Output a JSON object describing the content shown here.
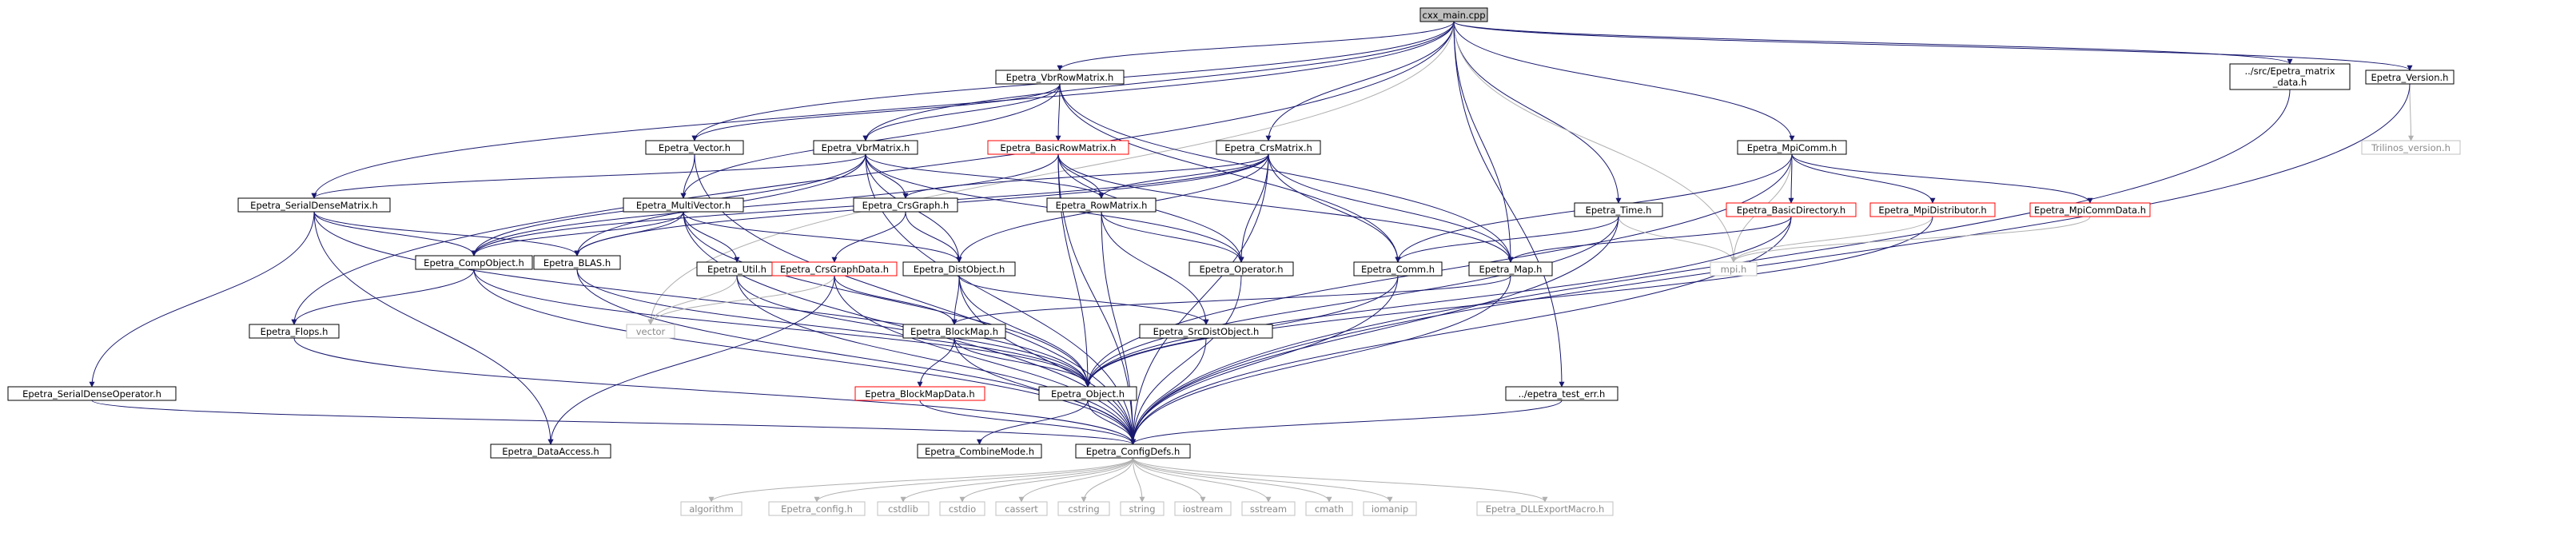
{
  "graph": {
    "root": "cxx_main.cpp",
    "colors": {
      "edge": "#191970",
      "edge_system": "#b0b0b0",
      "root_fill": "#bfbfbf",
      "root_border": "#000000",
      "node_border": "#000000",
      "undocumented_border": "#ff0000",
      "system_border": "#c0c0c0",
      "system_text": "#8a8a8a",
      "text": "#000000"
    },
    "nodes": [
      {
        "id": "cxx_main",
        "label": "cxx_main.cpp",
        "kind": "root"
      },
      {
        "id": "vbrrowmatrix",
        "label": "Epetra_VbrRowMatrix.h",
        "kind": "normal"
      },
      {
        "id": "matrix_data",
        "label": "../src/Epetra_matrix\n_data.h",
        "kind": "normal"
      },
      {
        "id": "version",
        "label": "Epetra_Version.h",
        "kind": "normal"
      },
      {
        "id": "trilinos_version",
        "label": "Trilinos_version.h",
        "kind": "system"
      },
      {
        "id": "vector",
        "label": "Epetra_Vector.h",
        "kind": "normal"
      },
      {
        "id": "vbrmatrix",
        "label": "Epetra_VbrMatrix.h",
        "kind": "normal"
      },
      {
        "id": "basicrowmatrix",
        "label": "Epetra_BasicRowMatrix.h",
        "kind": "undocumented"
      },
      {
        "id": "crsmatrix",
        "label": "Epetra_CrsMatrix.h",
        "kind": "normal"
      },
      {
        "id": "mpicomm",
        "label": "Epetra_MpiComm.h",
        "kind": "normal"
      },
      {
        "id": "serialdensematrix",
        "label": "Epetra_SerialDenseMatrix.h",
        "kind": "normal"
      },
      {
        "id": "multivector",
        "label": "Epetra_MultiVector.h",
        "kind": "normal"
      },
      {
        "id": "crsgraph",
        "label": "Epetra_CrsGraph.h",
        "kind": "normal"
      },
      {
        "id": "rowmatrix",
        "label": "Epetra_RowMatrix.h",
        "kind": "normal"
      },
      {
        "id": "time",
        "label": "Epetra_Time.h",
        "kind": "normal"
      },
      {
        "id": "basicdirectory",
        "label": "Epetra_BasicDirectory.h",
        "kind": "undocumented"
      },
      {
        "id": "mpidistributor",
        "label": "Epetra_MpiDistributor.h",
        "kind": "undocumented"
      },
      {
        "id": "mpicommdata",
        "label": "Epetra_MpiCommData.h",
        "kind": "undocumented"
      },
      {
        "id": "compobject",
        "label": "Epetra_CompObject.h",
        "kind": "normal"
      },
      {
        "id": "blas",
        "label": "Epetra_BLAS.h",
        "kind": "normal"
      },
      {
        "id": "util",
        "label": "Epetra_Util.h",
        "kind": "normal"
      },
      {
        "id": "crsgraphdata",
        "label": "Epetra_CrsGraphData.h",
        "kind": "undocumented"
      },
      {
        "id": "distobject",
        "label": "Epetra_DistObject.h",
        "kind": "normal"
      },
      {
        "id": "operator",
        "label": "Epetra_Operator.h",
        "kind": "normal"
      },
      {
        "id": "comm",
        "label": "Epetra_Comm.h",
        "kind": "normal"
      },
      {
        "id": "map",
        "label": "Epetra_Map.h",
        "kind": "normal"
      },
      {
        "id": "mpi",
        "label": "mpi.h",
        "kind": "system"
      },
      {
        "id": "flops",
        "label": "Epetra_Flops.h",
        "kind": "normal"
      },
      {
        "id": "vectorstd",
        "label": "vector",
        "kind": "system"
      },
      {
        "id": "blockmap",
        "label": "Epetra_BlockMap.h",
        "kind": "normal"
      },
      {
        "id": "srcdistobject",
        "label": "Epetra_SrcDistObject.h",
        "kind": "normal"
      },
      {
        "id": "serialdenseoperator",
        "label": "Epetra_SerialDenseOperator.h",
        "kind": "normal"
      },
      {
        "id": "blockmapdata",
        "label": "Epetra_BlockMapData.h",
        "kind": "undocumented"
      },
      {
        "id": "object",
        "label": "Epetra_Object.h",
        "kind": "normal"
      },
      {
        "id": "test_err",
        "label": "../epetra_test_err.h",
        "kind": "normal"
      },
      {
        "id": "dataaccess",
        "label": "Epetra_DataAccess.h",
        "kind": "normal"
      },
      {
        "id": "combinemode",
        "label": "Epetra_CombineMode.h",
        "kind": "normal"
      },
      {
        "id": "configdefs",
        "label": "Epetra_ConfigDefs.h",
        "kind": "normal"
      },
      {
        "id": "algorithm",
        "label": "algorithm",
        "kind": "system"
      },
      {
        "id": "config",
        "label": "Epetra_config.h",
        "kind": "system"
      },
      {
        "id": "cstdlib",
        "label": "cstdlib",
        "kind": "system"
      },
      {
        "id": "cstdio",
        "label": "cstdio",
        "kind": "system"
      },
      {
        "id": "cassert",
        "label": "cassert",
        "kind": "system"
      },
      {
        "id": "cstring",
        "label": "cstring",
        "kind": "system"
      },
      {
        "id": "string",
        "label": "string",
        "kind": "system"
      },
      {
        "id": "iostream",
        "label": "iostream",
        "kind": "system"
      },
      {
        "id": "sstream",
        "label": "sstream",
        "kind": "system"
      },
      {
        "id": "cmath",
        "label": "cmath",
        "kind": "system"
      },
      {
        "id": "iomanip",
        "label": "iomanip",
        "kind": "system"
      },
      {
        "id": "dllexportmacro",
        "label": "Epetra_DLLExportMacro.h",
        "kind": "system"
      }
    ],
    "edges": [
      [
        "cxx_main",
        "vbrrowmatrix"
      ],
      [
        "cxx_main",
        "matrix_data"
      ],
      [
        "cxx_main",
        "version"
      ],
      [
        "cxx_main",
        "vector"
      ],
      [
        "cxx_main",
        "vbrmatrix"
      ],
      [
        "cxx_main",
        "crsmatrix"
      ],
      [
        "cxx_main",
        "mpicomm"
      ],
      [
        "cxx_main",
        "serialdensematrix"
      ],
      [
        "cxx_main",
        "time"
      ],
      [
        "cxx_main",
        "map"
      ],
      [
        "cxx_main",
        "mpi"
      ],
      [
        "cxx_main",
        "flops"
      ],
      [
        "cxx_main",
        "vectorstd"
      ],
      [
        "cxx_main",
        "test_err"
      ],
      [
        "vbrrowmatrix",
        "vector"
      ],
      [
        "vbrrowmatrix",
        "vbrmatrix"
      ],
      [
        "vbrrowmatrix",
        "basicrowmatrix"
      ],
      [
        "vbrrowmatrix",
        "multivector"
      ],
      [
        "vbrrowmatrix",
        "comm"
      ],
      [
        "vbrrowmatrix",
        "map"
      ],
      [
        "matrix_data",
        "configdefs"
      ],
      [
        "version",
        "trilinos_version"
      ],
      [
        "version",
        "configdefs"
      ],
      [
        "vector",
        "multivector"
      ],
      [
        "vector",
        "configdefs"
      ],
      [
        "vbrmatrix",
        "serialdensematrix"
      ],
      [
        "vbrmatrix",
        "crsgraph"
      ],
      [
        "vbrmatrix",
        "compobject"
      ],
      [
        "vbrmatrix",
        "blas"
      ],
      [
        "vbrmatrix",
        "distobject"
      ],
      [
        "vbrmatrix",
        "rowmatrix"
      ],
      [
        "vbrmatrix",
        "operator"
      ],
      [
        "vbrmatrix",
        "configdefs"
      ],
      [
        "basicrowmatrix",
        "compobject"
      ],
      [
        "basicrowmatrix",
        "rowmatrix"
      ],
      [
        "basicrowmatrix",
        "map"
      ],
      [
        "basicrowmatrix",
        "object"
      ],
      [
        "basicrowmatrix",
        "operator"
      ],
      [
        "basicrowmatrix",
        "configdefs"
      ],
      [
        "crsmatrix",
        "distobject"
      ],
      [
        "crsmatrix",
        "crsgraph"
      ],
      [
        "crsmatrix",
        "rowmatrix"
      ],
      [
        "crsmatrix",
        "operator"
      ],
      [
        "crsmatrix",
        "compobject"
      ],
      [
        "crsmatrix",
        "blas"
      ],
      [
        "crsmatrix",
        "map"
      ],
      [
        "crsmatrix",
        "comm"
      ],
      [
        "crsmatrix",
        "configdefs"
      ],
      [
        "mpicomm",
        "basicdirectory"
      ],
      [
        "mpicomm",
        "mpidistributor"
      ],
      [
        "mpicomm",
        "mpicommdata"
      ],
      [
        "mpicomm",
        "comm"
      ],
      [
        "mpicomm",
        "mpi"
      ],
      [
        "mpicomm",
        "object"
      ],
      [
        "serialdensematrix",
        "compobject"
      ],
      [
        "serialdensematrix",
        "blas"
      ],
      [
        "serialdensematrix",
        "object"
      ],
      [
        "serialdensematrix",
        "serialdenseoperator"
      ],
      [
        "serialdensematrix",
        "dataaccess"
      ],
      [
        "multivector",
        "distobject"
      ],
      [
        "multivector",
        "compobject"
      ],
      [
        "multivector",
        "blas"
      ],
      [
        "multivector",
        "util"
      ],
      [
        "multivector",
        "object"
      ],
      [
        "multivector",
        "configdefs"
      ],
      [
        "crsgraph",
        "distobject"
      ],
      [
        "crsgraph",
        "crsgraphdata"
      ],
      [
        "rowmatrix",
        "operator"
      ],
      [
        "rowmatrix",
        "srcdistobject"
      ],
      [
        "rowmatrix",
        "configdefs"
      ],
      [
        "time",
        "comm"
      ],
      [
        "time",
        "mpi"
      ],
      [
        "time",
        "object"
      ],
      [
        "time",
        "configdefs"
      ],
      [
        "basicdirectory",
        "map"
      ],
      [
        "basicdirectory",
        "object"
      ],
      [
        "basicdirectory",
        "configdefs"
      ],
      [
        "mpidistributor",
        "mpi"
      ],
      [
        "mpidistributor",
        "object"
      ],
      [
        "mpicommdata",
        "mpi"
      ],
      [
        "compobject",
        "flops"
      ],
      [
        "compobject",
        "object"
      ],
      [
        "compobject",
        "configdefs"
      ],
      [
        "blas",
        "object"
      ],
      [
        "blas",
        "configdefs"
      ],
      [
        "util",
        "vectorstd"
      ],
      [
        "util",
        "object"
      ],
      [
        "util",
        "configdefs"
      ],
      [
        "crsgraphdata",
        "vectorstd"
      ],
      [
        "crsgraphdata",
        "blockmap"
      ],
      [
        "crsgraphdata",
        "dataaccess"
      ],
      [
        "crsgraphdata",
        "configdefs"
      ],
      [
        "distobject",
        "blockmap"
      ],
      [
        "distobject",
        "srcdistobject"
      ],
      [
        "distobject",
        "object"
      ],
      [
        "distobject",
        "configdefs"
      ],
      [
        "operator",
        "configdefs"
      ],
      [
        "comm",
        "object"
      ],
      [
        "comm",
        "configdefs"
      ],
      [
        "map",
        "blockmap"
      ],
      [
        "map",
        "configdefs"
      ],
      [
        "flops",
        "configdefs"
      ],
      [
        "blockmap",
        "blockmapdata"
      ],
      [
        "blockmap",
        "object"
      ],
      [
        "blockmap",
        "configdefs"
      ],
      [
        "srcdistobject",
        "configdefs"
      ],
      [
        "serialdenseoperator",
        "configdefs"
      ],
      [
        "blockmapdata",
        "configdefs"
      ],
      [
        "object",
        "combinemode"
      ],
      [
        "object",
        "configdefs"
      ],
      [
        "test_err",
        "configdefs"
      ],
      [
        "configdefs",
        "algorithm"
      ],
      [
        "configdefs",
        "config"
      ],
      [
        "configdefs",
        "cstdlib"
      ],
      [
        "configdefs",
        "cstdio"
      ],
      [
        "configdefs",
        "cassert"
      ],
      [
        "configdefs",
        "cstring"
      ],
      [
        "configdefs",
        "string"
      ],
      [
        "configdefs",
        "iostream"
      ],
      [
        "configdefs",
        "sstream"
      ],
      [
        "configdefs",
        "cmath"
      ],
      [
        "configdefs",
        "iomanip"
      ],
      [
        "configdefs",
        "dllexportmacro"
      ]
    ]
  }
}
